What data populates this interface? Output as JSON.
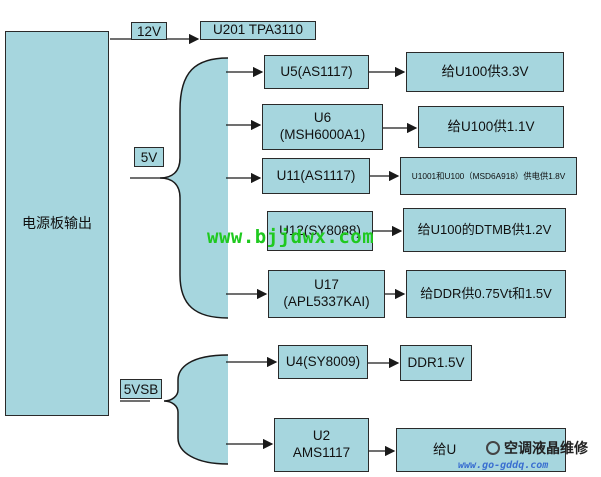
{
  "source": {
    "label": "电源板输出"
  },
  "rails": {
    "r12": "12V",
    "r5": "5V",
    "r5vsb": "5VSB"
  },
  "top_target": "U201  TPA3110",
  "chips": {
    "u5": "U5(AS1117)",
    "u6": "U6\n(MSH6000A1)",
    "u11": "U11(AS1117)",
    "u12": "U12(SY8088)",
    "u17": "U17\n(APL5337KAI)",
    "u4": "U4(SY8009)",
    "u2": "U2\nAMS1117"
  },
  "outputs": {
    "o_u5": "给U100供3.3V",
    "o_u6": "给U100供1.1V",
    "o_u11": "U1001和U100（MSD6A918）供电供1.8V",
    "o_u12": "给U100的DTMB供1.2V",
    "o_u17": "给DDR供0.75Vt和1.5V",
    "o_u4": "DDR1.5V",
    "o_u2": "给U"
  },
  "watermarks": {
    "site": "www.bjjdwx.com",
    "brand": "空调液晶维修",
    "brand_url": "www.go-gddq.com"
  },
  "colors": {
    "box_fill": "#a6d6de",
    "line": "#1a1a1a",
    "watermark_green": "#1fc91f"
  }
}
